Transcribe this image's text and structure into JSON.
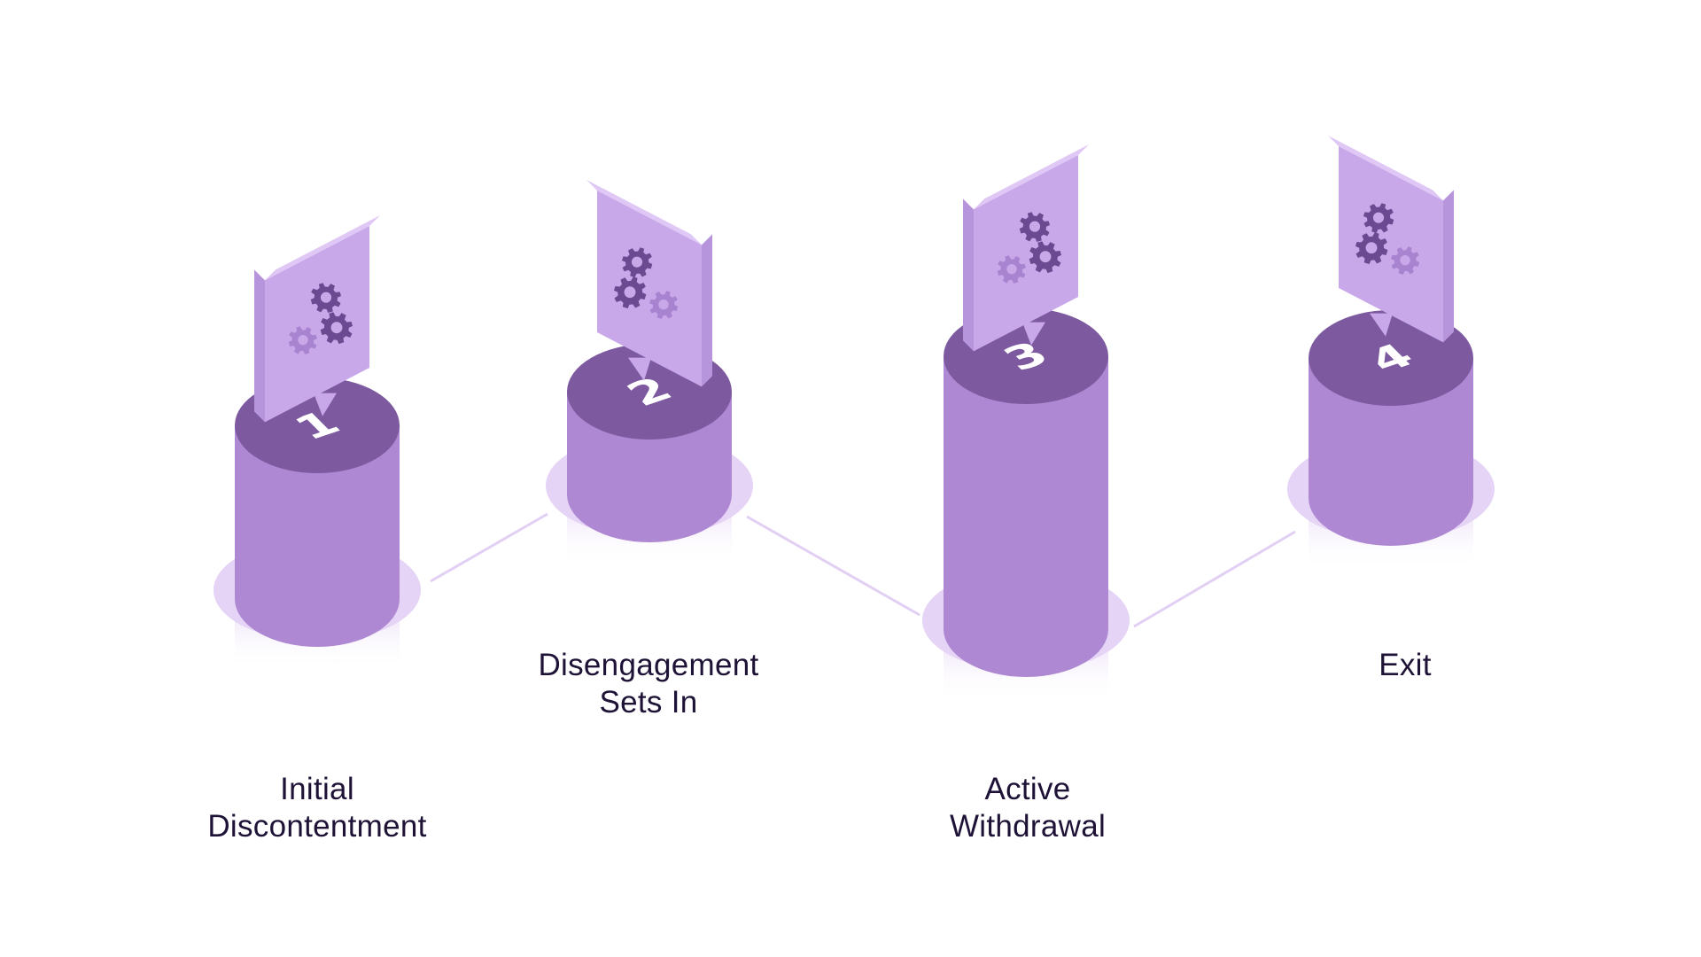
{
  "colors": {
    "cylinder_side": "#ae88d2",
    "cylinder_top": "#7d59a0",
    "halo": "#e6d4f6",
    "connector": "#e2cff4",
    "label_text": "#1e1236",
    "bubble_face": "#c9a8ea",
    "bubble_side": "#b795dc",
    "bubble_top": "#dfc8f5",
    "gear_dark": "#6b4a91",
    "gear_light": "#a883d0"
  },
  "stages": [
    {
      "number": "1",
      "label_lines": [
        "Initial",
        "Discontentment"
      ],
      "icon": "gears-speech-bubble-icon"
    },
    {
      "number": "2",
      "label_lines": [
        "Disengagement",
        "Sets In"
      ],
      "icon": "gears-speech-bubble-icon"
    },
    {
      "number": "3",
      "label_lines": [
        "Active",
        "Withdrawal"
      ],
      "icon": "gears-speech-bubble-icon"
    },
    {
      "number": "4",
      "label_lines": [
        "Exit"
      ],
      "icon": "gears-speech-bubble-icon"
    }
  ]
}
